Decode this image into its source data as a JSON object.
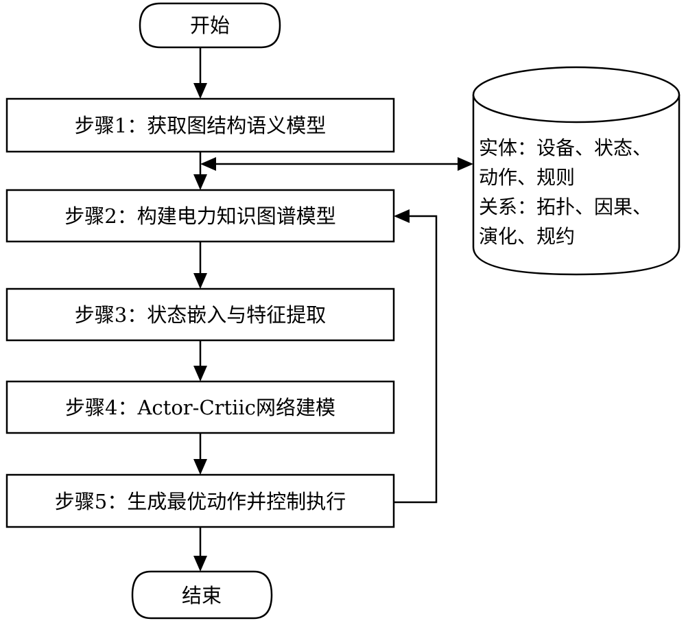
{
  "flowchart": {
    "start": "开始",
    "end": "结束",
    "steps": [
      "步骤1：获取图结构语义模型",
      "步骤2：构建电力知识图谱模型",
      "步骤3：状态嵌入与特征提取",
      "步骤4：Actor-Crtiic网络建模",
      "步骤5：生成最优动作并控制执行"
    ]
  },
  "database": {
    "lines": [
      "实体：设备、状态、",
      "动作、规则",
      "关系：拓扑、因果、",
      "演化、规约"
    ]
  }
}
